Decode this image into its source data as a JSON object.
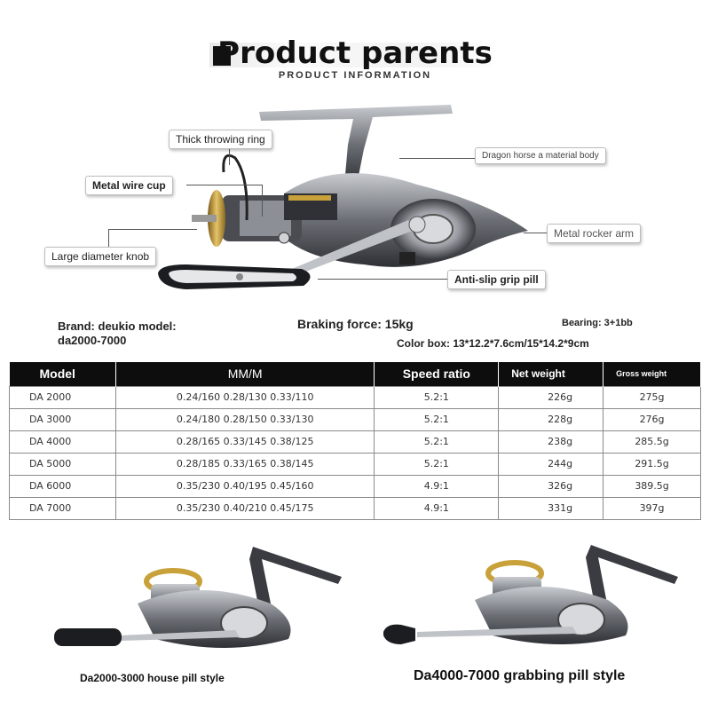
{
  "header": {
    "title": "Product parents",
    "subtitle": "PRODUCT INFORMATION"
  },
  "callouts": {
    "throwing_ring": "Thick throwing ring",
    "wire_cup": "Metal wire cup",
    "knob": "Large diameter knob",
    "body": "Dragon horse a material body",
    "rocker_arm": "Metal rocker arm",
    "grip": "Anti-slip grip pill"
  },
  "specs": {
    "brand_line1": "Brand: deukio model:",
    "brand_line2": "da2000-7000",
    "braking": "Braking force: 15kg",
    "bearing": "Bearing: 3+1bb",
    "color_box": "Color box: 13*12.2*7.6cm/15*14.2*9cm"
  },
  "table": {
    "headers": [
      "Model",
      "MM/M",
      "Speed ratio",
      "Net weight",
      "Gross weight"
    ],
    "rows": [
      [
        "DA 2000",
        "0.24/160  0.28/130  0.33/110",
        "5.2:1",
        "226g",
        "275g"
      ],
      [
        "DA 3000",
        "0.24/180  0.28/150  0.33/130",
        "5.2:1",
        "228g",
        "276g"
      ],
      [
        "DA 4000",
        "0.28/165  0.33/145  0.38/125",
        "5.2:1",
        "238g",
        "285.5g"
      ],
      [
        "DA 5000",
        "0.28/185  0.33/165  0.38/145",
        "5.2:1",
        "244g",
        "291.5g"
      ],
      [
        "DA 6000",
        "0.35/230  0.40/195  0.45/160",
        "4.9:1",
        "326g",
        "389.5g"
      ],
      [
        "DA 7000",
        "0.35/230  0.40/210  0.45/175",
        "4.9:1",
        "331g",
        "397g"
      ]
    ]
  },
  "styles": {
    "left_caption": "Da2000-3000 house pill style",
    "right_caption": "Da4000-7000 grabbing pill style"
  },
  "colors": {
    "gold": "#c9a13a",
    "metal": "#8d9096",
    "dark": "#2b2d31"
  }
}
